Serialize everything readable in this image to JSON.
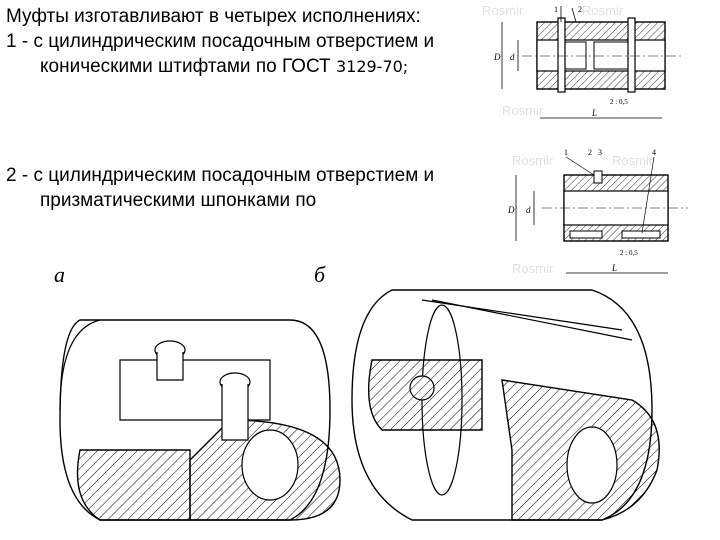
{
  "intro": "Муфты изготавливают в четырех исполнениях:",
  "items": [
    {
      "prefix": "1 - с цилиндрическим посадочным отверстием и коническими штифтами по ГОСТ ",
      "num": "3129-70;"
    },
    {
      "prefix": "2 - с цилиндрическим посадочным отверстием и призматическими шпонками по",
      "num": ""
    }
  ],
  "drawing_top": {
    "labels": [
      "1",
      "2",
      "D",
      "d",
      "2 : 0,5",
      "L"
    ]
  },
  "drawing_bottom": {
    "labels": [
      "1",
      "2",
      "3",
      "4",
      "D",
      "d",
      "2 : 0,5",
      "L"
    ]
  },
  "iso_labels": [
    "а",
    "б"
  ],
  "watermark": "Rosmir"
}
